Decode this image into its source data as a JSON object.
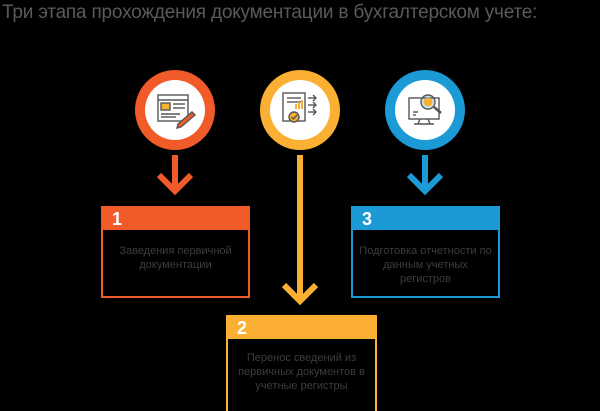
{
  "title": "Три этапа прохождения документации в бухгалтерском учете:",
  "colors": {
    "step1": "#f15a29",
    "step2": "#fbb034",
    "step3": "#1b9ad6",
    "icon_ink": "#555555",
    "icon_fill": "#ffffff"
  },
  "steps": [
    {
      "number": "1",
      "text": "Заведения первичной документации",
      "icon": "document-edit-icon",
      "color": "#f15a29"
    },
    {
      "number": "2",
      "text": "Перенос сведений из первичных документов в учетные регистры",
      "icon": "certificate-transfer-icon",
      "color": "#fbb034"
    },
    {
      "number": "3",
      "text": "Подготовка отчетности по данным учетных регистров",
      "icon": "monitor-magnifier-icon",
      "color": "#1b9ad6"
    }
  ]
}
